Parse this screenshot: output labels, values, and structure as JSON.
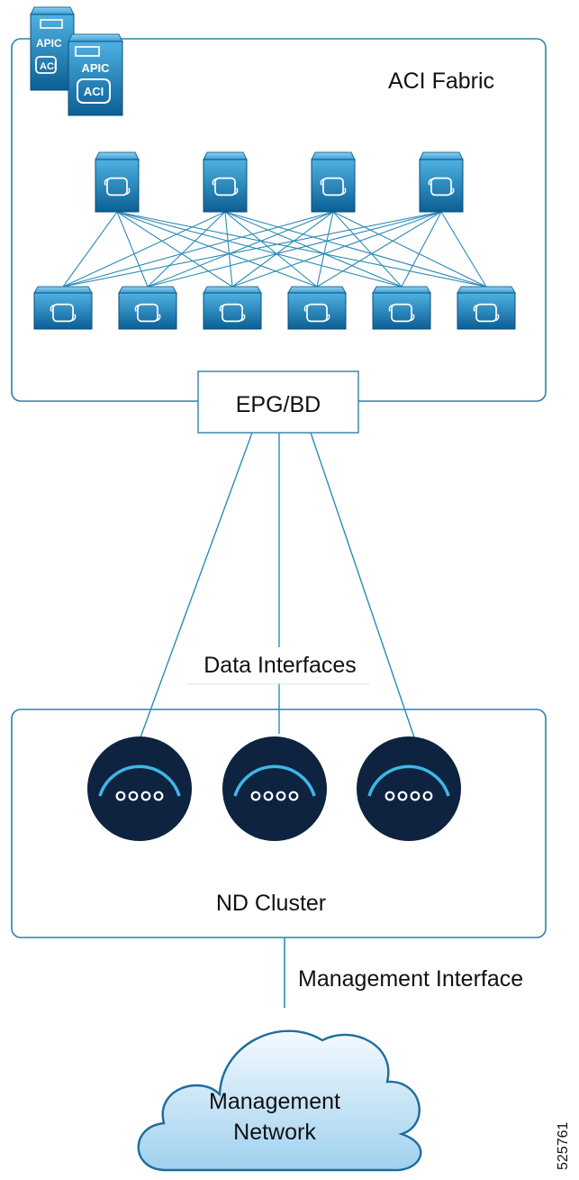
{
  "fabric": {
    "title": "ACI Fabric",
    "apic_label": "APIC",
    "apic_label_back": "APIC",
    "switch_label": "ACI",
    "spine_count": 4,
    "leaf_count": 6
  },
  "epg": {
    "label": "EPG/BD"
  },
  "data_interfaces": {
    "label": "Data Interfaces"
  },
  "cluster": {
    "label": "ND Cluster",
    "node_count": 3
  },
  "management_interface": {
    "label": "Management Interface"
  },
  "management_network": {
    "line1": "Management",
    "line2": "Network"
  },
  "figure_id": "525761",
  "colors": {
    "box_border": "#2f80a8",
    "link": "#2b8bb5",
    "device_dark": "#0b5f94",
    "device_light": "#3a9ed4",
    "node_bg": "#0d2340",
    "node_arc": "#3fb6e8",
    "cloud_top": "#f2f9fe",
    "cloud_bottom": "#9fd0ef"
  }
}
